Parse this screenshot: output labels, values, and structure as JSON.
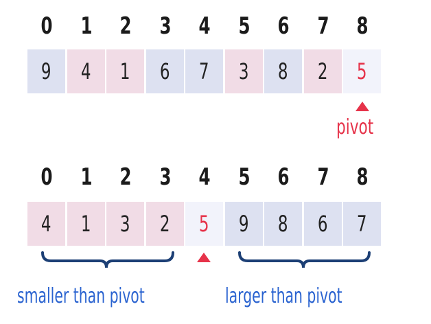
{
  "colors": {
    "left": "#f1dce6",
    "right": "#dde1f1",
    "pivot_bg": "#f2f3fb",
    "pivot_text": "#e6334a",
    "index_text": "#1b1b1b",
    "value_text": "#222222",
    "bracket": "#1c3f75",
    "label_blue": "#2a63d0"
  },
  "before": {
    "indices": [
      "0",
      "1",
      "2",
      "3",
      "4",
      "5",
      "6",
      "7",
      "8"
    ],
    "cells": [
      {
        "value": "9",
        "tone": "right"
      },
      {
        "value": "4",
        "tone": "left"
      },
      {
        "value": "1",
        "tone": "left"
      },
      {
        "value": "6",
        "tone": "right"
      },
      {
        "value": "7",
        "tone": "right"
      },
      {
        "value": "3",
        "tone": "left"
      },
      {
        "value": "8",
        "tone": "right"
      },
      {
        "value": "2",
        "tone": "left"
      },
      {
        "value": "5",
        "tone": "pivot"
      }
    ],
    "pivot_label": "pivot"
  },
  "after": {
    "indices": [
      "0",
      "1",
      "2",
      "3",
      "4",
      "5",
      "6",
      "7",
      "8"
    ],
    "cells": [
      {
        "value": "4",
        "tone": "left"
      },
      {
        "value": "1",
        "tone": "left"
      },
      {
        "value": "3",
        "tone": "left"
      },
      {
        "value": "2",
        "tone": "left"
      },
      {
        "value": "5",
        "tone": "pivot"
      },
      {
        "value": "9",
        "tone": "right"
      },
      {
        "value": "8",
        "tone": "right"
      },
      {
        "value": "6",
        "tone": "right"
      },
      {
        "value": "7",
        "tone": "right"
      }
    ],
    "left_label": "smaller than pivot",
    "right_label": "larger than pivot"
  }
}
